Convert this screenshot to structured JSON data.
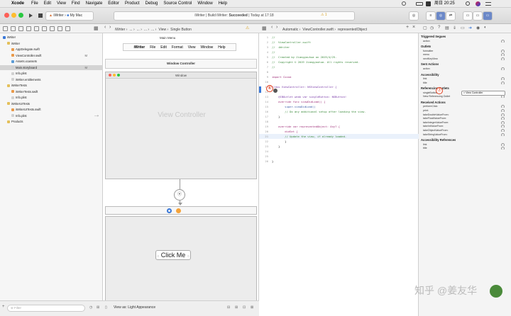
{
  "menubar": {
    "app": "Xcode",
    "items": [
      "File",
      "Edit",
      "View",
      "Find",
      "Navigate",
      "Editor",
      "Product",
      "Debug",
      "Source Control",
      "Window",
      "Help"
    ],
    "clock": "周日 20:25"
  },
  "toolbar": {
    "scheme": "iWriter",
    "device": "My Mac",
    "status_prefix": "iWriter | Build iWriter: ",
    "status_result": "Succeeded",
    "status_suffix": " | Today at 17:18",
    "warning_count": "1"
  },
  "navbar": {
    "canvas_path": [
      "iWriter",
      "...",
      "...",
      "...",
      "...",
      "View",
      "Single Button"
    ],
    "code_path": [
      "Automatic",
      "ViewController.swift",
      "representedObject"
    ]
  },
  "navigator": {
    "items": [
      {
        "label": "iWriter",
        "indent": 0,
        "icon": "#3a78d8",
        "badge": ""
      },
      {
        "label": "iWriter",
        "indent": 1,
        "icon": "#e4c05a",
        "badge": ""
      },
      {
        "label": "AppDelegate.swift",
        "indent": 2,
        "icon": "#e99a4b",
        "badge": ""
      },
      {
        "label": "ViewController.swift",
        "indent": 2,
        "icon": "#e99a4b",
        "badge": "M"
      },
      {
        "label": "Assets.xcassets",
        "indent": 2,
        "icon": "#5b9bd5",
        "badge": ""
      },
      {
        "label": "Main.storyboard",
        "indent": 2,
        "icon": "#d0d0d0",
        "badge": "M",
        "selected": true
      },
      {
        "label": "Info.plist",
        "indent": 2,
        "icon": "#d0d0d0",
        "badge": ""
      },
      {
        "label": "iWriter.entitlements",
        "indent": 2,
        "icon": "#d0d0d0",
        "badge": ""
      },
      {
        "label": "iWriterTests",
        "indent": 1,
        "icon": "#e4c05a",
        "badge": ""
      },
      {
        "label": "iWriterTests.swift",
        "indent": 2,
        "icon": "#e99a4b",
        "badge": ""
      },
      {
        "label": "Info.plist",
        "indent": 2,
        "icon": "#d0d0d0",
        "badge": ""
      },
      {
        "label": "iWriterUITests",
        "indent": 1,
        "icon": "#e4c05a",
        "badge": ""
      },
      {
        "label": "iWriterUITests.swift",
        "indent": 2,
        "icon": "#e99a4b",
        "badge": ""
      },
      {
        "label": "Info.plist",
        "indent": 2,
        "icon": "#d0d0d0",
        "badge": ""
      },
      {
        "label": "Products",
        "indent": 1,
        "icon": "#e4c05a",
        "badge": ""
      }
    ],
    "filter_placeholder": "Filter"
  },
  "canvas": {
    "main_menu_title": "Main Menu",
    "menu_items": [
      "iWriter",
      "File",
      "Edit",
      "Format",
      "View",
      "Window",
      "Help"
    ],
    "window_controller_title": "Window Controller",
    "window_title": "Window",
    "view_controller_label": "View Controller",
    "button_label": "Click Me",
    "view_as": "View as: Light Appearance"
  },
  "code": {
    "lines": [
      {
        "n": "1",
        "text": "//",
        "color": "#3a8a3a"
      },
      {
        "n": "2",
        "text": "//  ViewController.swift",
        "color": "#3a8a3a"
      },
      {
        "n": "3",
        "text": "//  iWriter",
        "color": "#3a8a3a"
      },
      {
        "n": "4",
        "text": "//",
        "color": "#3a8a3a"
      },
      {
        "n": "5",
        "text": "//  Created by Jiangyouhua on 2019/4/25.",
        "color": "#3a8a3a"
      },
      {
        "n": "6",
        "text": "//  Copyright © 2019 Jiangyouhua. All rights reserved.",
        "color": "#3a8a3a"
      },
      {
        "n": "7",
        "text": "//",
        "color": "#3a8a3a"
      },
      {
        "n": "8",
        "text": "",
        "color": "#222"
      },
      {
        "n": "9",
        "text": "import Cocoa",
        "color": "#a0307a"
      },
      {
        "n": "10",
        "text": "",
        "color": "#222"
      },
      {
        "n": "11",
        "text": "class ViewController: NSViewController {",
        "color": "#7a3aa8"
      },
      {
        "n": "12",
        "text": "",
        "color": "#222"
      },
      {
        "n": "13",
        "text": "    @IBOutlet weak var singleButton: NSButton!",
        "color": "#7a3aa8"
      },
      {
        "n": "14",
        "text": "    override func viewDidLoad() {",
        "color": "#a0307a"
      },
      {
        "n": "15",
        "text": "        super.viewDidLoad()",
        "color": "#3a5aa8"
      },
      {
        "n": "16",
        "text": "        // Do any additional setup after loading the view.",
        "color": "#3a8a3a"
      },
      {
        "n": "17",
        "text": "    }",
        "color": "#222"
      },
      {
        "n": "18",
        "text": "",
        "color": "#222"
      },
      {
        "n": "19",
        "text": "    override var representedObject: Any? {",
        "color": "#a0307a"
      },
      {
        "n": "20",
        "text": "        didSet {",
        "color": "#a0307a"
      },
      {
        "n": "21",
        "text": "        // Update the view, if already loaded.",
        "color": "#3a8a3a"
      },
      {
        "n": "22",
        "text": "        }",
        "color": "#222"
      },
      {
        "n": "23",
        "text": "    }",
        "color": "#222"
      },
      {
        "n": "24",
        "text": "",
        "color": "#222"
      },
      {
        "n": "25",
        "text": "",
        "color": "#222"
      },
      {
        "n": "26",
        "text": "}",
        "color": "#222"
      }
    ],
    "marker_six": "⑥"
  },
  "inspector": {
    "sections": [
      {
        "title": "Triggered Segues",
        "rows": [
          "action"
        ]
      },
      {
        "title": "Outlets",
        "rows": [
          "formatter",
          "menu",
          "nextKeyView"
        ]
      },
      {
        "title": "Sent Actions",
        "rows": [
          "action"
        ]
      },
      {
        "title": "Accessibility",
        "rows": [
          "link",
          "title"
        ]
      },
      {
        "title": "Referencing Outlets",
        "rows": [
          "singleButton",
          "New Referencing Outlet"
        ]
      },
      {
        "title": "Received Actions",
        "rows": [
          "performClick:",
          "print:",
          "takeDoubleValueFrom:",
          "takeFloatValueFrom:",
          "takeIntegerValueFrom:",
          "takeIntValueFrom:",
          "takeObjectValueFrom:",
          "takeStringValueFrom:"
        ]
      },
      {
        "title": "Accessibility References",
        "rows": [
          "link",
          "title"
        ]
      }
    ],
    "connection_target": "View Controller",
    "marker_seven": "⑦"
  },
  "watermark": "知乎 @姜友华"
}
